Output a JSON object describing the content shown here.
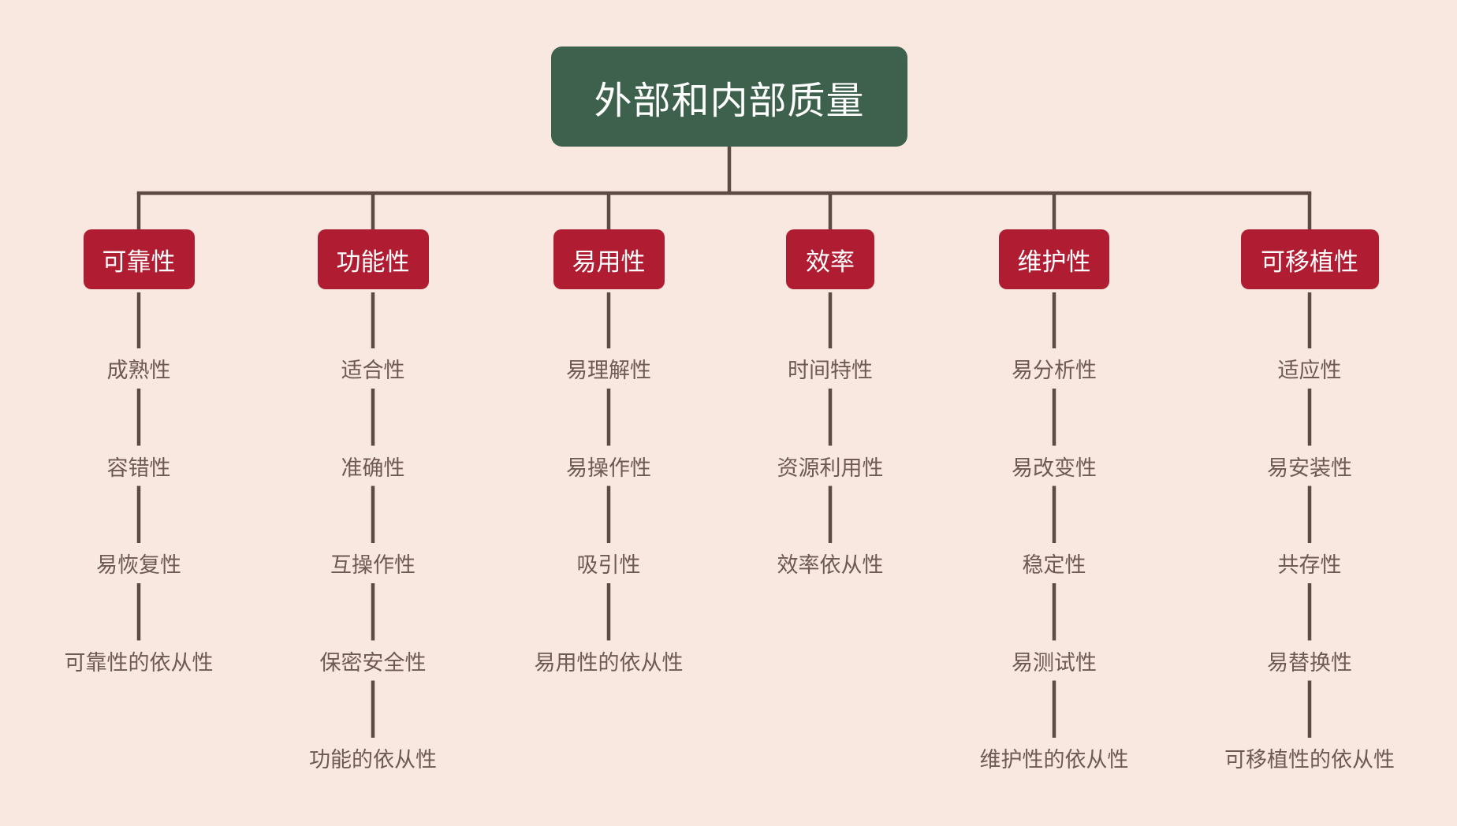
{
  "diagram": {
    "title": "外部和内部质量",
    "branches": [
      {
        "label": "可靠性",
        "children": [
          "成熟性",
          "容错性",
          "易恢复性",
          "可靠性的依从性"
        ]
      },
      {
        "label": "功能性",
        "children": [
          "适合性",
          "准确性",
          "互操作性",
          "保密安全性",
          "功能的依从性"
        ]
      },
      {
        "label": "易用性",
        "children": [
          "易理解性",
          "易操作性",
          "吸引性",
          "易用性的依从性"
        ]
      },
      {
        "label": "效率",
        "children": [
          "时间特性",
          "资源利用性",
          "效率依从性"
        ]
      },
      {
        "label": "维护性",
        "children": [
          "易分析性",
          "易改变性",
          "稳定性",
          "易测试性",
          "维护性的依从性"
        ]
      },
      {
        "label": "可移植性",
        "children": [
          "适应性",
          "易安装性",
          "共存性",
          "易替换性",
          "可移植性的依从性"
        ]
      }
    ],
    "colors": {
      "background": "#f8e8df",
      "root_fill": "#3d614c",
      "branch_fill": "#b01d32",
      "node_text": "#ffffff",
      "leaf_text": "#6e5a52",
      "connector": "#5d4b43"
    }
  }
}
